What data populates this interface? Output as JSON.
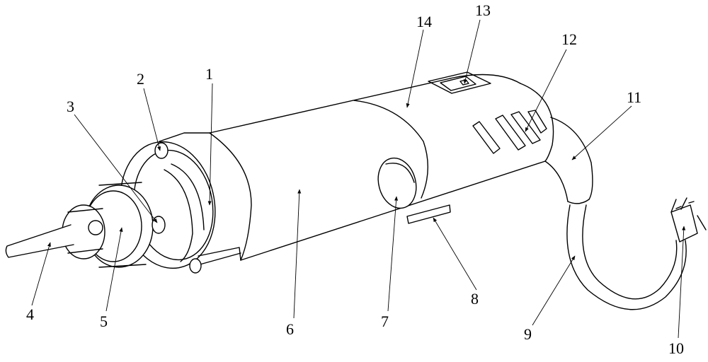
{
  "figure": {
    "labels": {
      "l1": "1",
      "l2": "2",
      "l3": "3",
      "l4": "4",
      "l5": "5",
      "l6": "6",
      "l7": "7",
      "l8": "8",
      "l9": "9",
      "l10": "10",
      "l11": "11",
      "l12": "12",
      "l13": "13",
      "l14": "14"
    },
    "colors": {
      "line": "#000000",
      "background": "#ffffff"
    }
  }
}
